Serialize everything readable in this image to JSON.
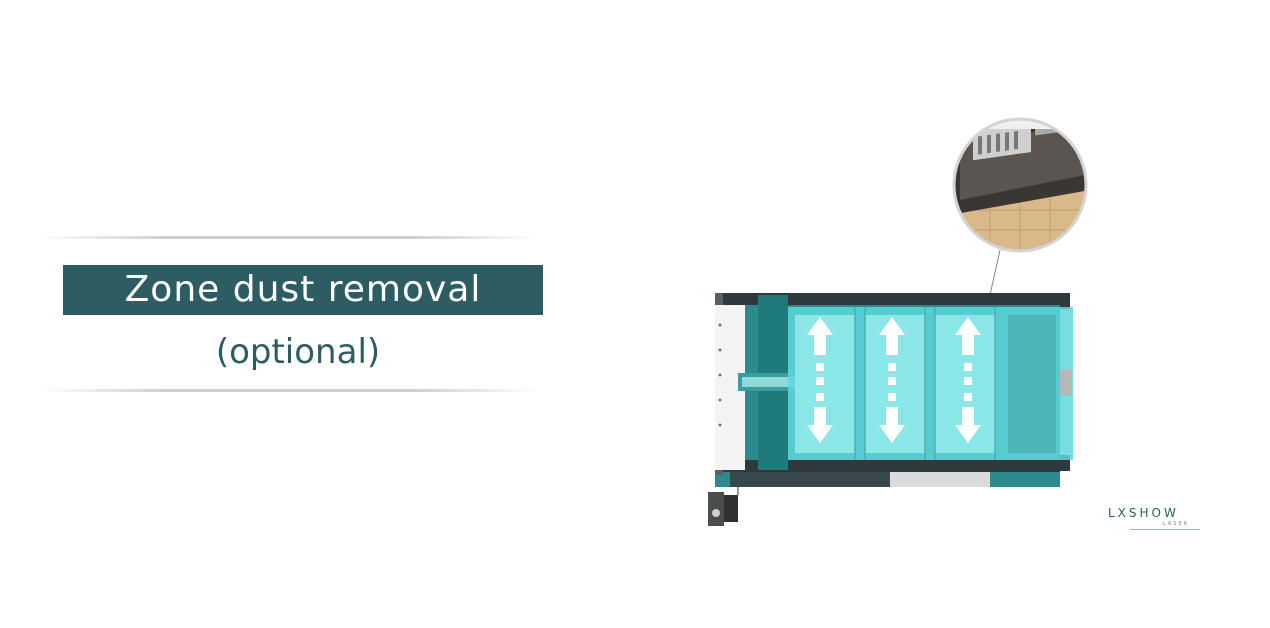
{
  "heading": {
    "title": "Zone dust removal",
    "subtitle": "(optional)"
  },
  "logo": {
    "brand": "LXSHOW",
    "sub": "LASER"
  },
  "colors": {
    "accent": "#2d5c63",
    "cyan_zone": "#5fd7dc",
    "teal_frame": "#2a8a8c"
  },
  "icons": [
    "zoom-detail-circle",
    "up-down-arrow-icon",
    "machine-illustration"
  ]
}
